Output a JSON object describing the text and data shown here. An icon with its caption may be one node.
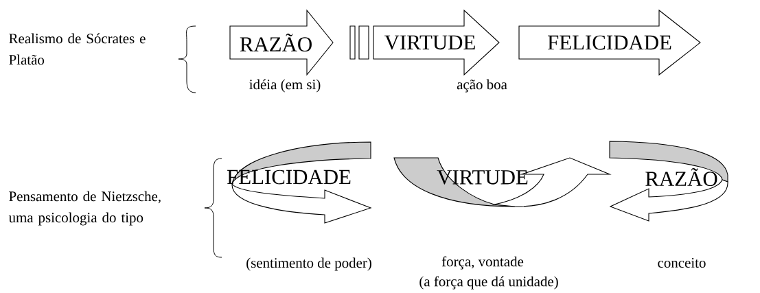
{
  "diagram": {
    "nodes": [
      {
        "text": [
          "RAZÃO"
        ],
        "beside": [
          "idéia (em si)"
        ]
      },
      {
        "text": [
          "VIRTUDE"
        ],
        "beside": [
          "ação boa"
        ]
      },
      {
        "text": [
          "FELICIDADE"
        ]
      },
      {
        "text": [
          "FELICIDADE"
        ],
        "beside": [
          "(sentimento de poder)"
        ]
      },
      {
        "text": [
          "VIRTUDE"
        ],
        "beside": [
          "força, vontade",
          "(a força que dá unidade)"
        ]
      },
      {
        "text": [
          "RAZÃO"
        ],
        "beside": [
          "conceito"
        ]
      }
    ],
    "labels": [
      "Realismo de Sócrates e Platão",
      "Pensamento de Nietzsche, uma psicologia do tipo"
    ]
  }
}
